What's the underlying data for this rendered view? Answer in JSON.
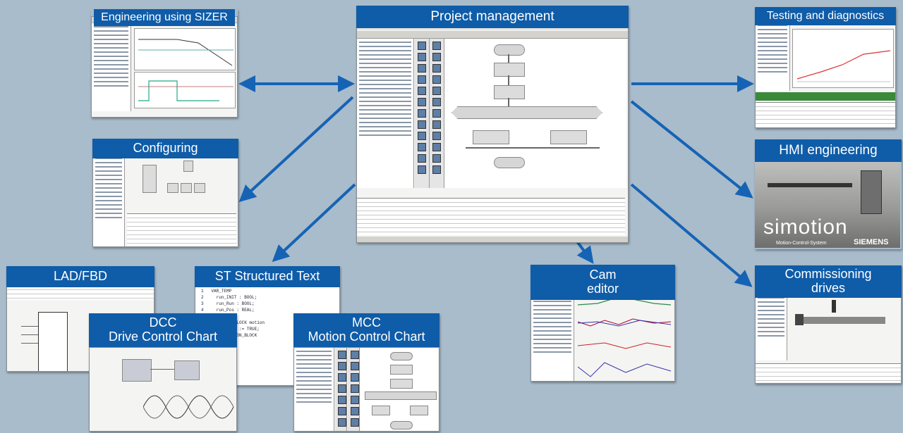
{
  "diagram": {
    "center": {
      "label": "Project management"
    },
    "panels": {
      "sizer": {
        "label": "Engineering using SIZER"
      },
      "configuring": {
        "label": "Configuring"
      },
      "testing": {
        "label": "Testing and diagnostics"
      },
      "hmi": {
        "label": "HMI engineering",
        "brand_word": "simotion",
        "brand_sub": "Motion-Control-System",
        "brand_company": "SIEMENS"
      },
      "commissioning": {
        "label": "Commissioning\ndrives"
      },
      "cam": {
        "label": "Cam\neditor"
      },
      "lad": {
        "label": "LAD/FBD"
      },
      "st": {
        "label": "ST Structured Text"
      },
      "dcc": {
        "label": "DCC\nDrive Control Chart"
      },
      "mcc": {
        "label": "MCC\nMotion Control Chart"
      }
    },
    "colors": {
      "background": "#a9bccb",
      "label_fill": "#0f5ca8",
      "arrow": "#1663b5"
    }
  }
}
